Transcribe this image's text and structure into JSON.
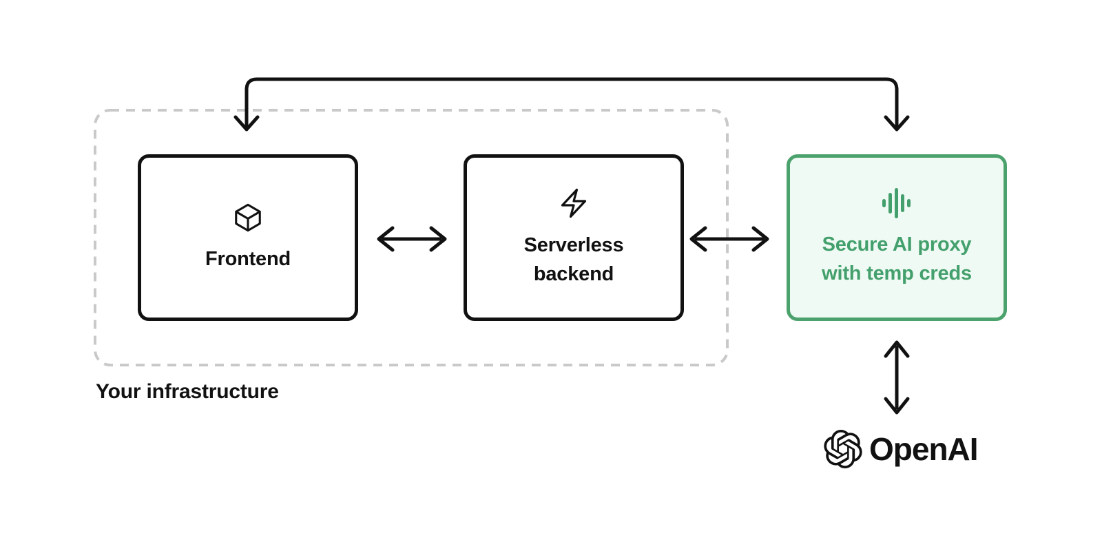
{
  "diagram": {
    "infrastructure": {
      "label": "Your infrastructure"
    },
    "nodes": {
      "frontend": {
        "label": "Frontend",
        "icon": "cube-icon"
      },
      "backend": {
        "label": "Serverless backend",
        "icon": "bolt-icon"
      },
      "proxy": {
        "label": "Secure AI proxy with temp creds",
        "icon": "waveform-icon"
      },
      "openai": {
        "label": "OpenAI",
        "icon": "openai-logo-icon"
      }
    },
    "connections": [
      {
        "id": "return-arrow-top",
        "from": "proxy",
        "to": "frontend",
        "style": "elbow-double-down-arrows"
      },
      {
        "id": "arrow-frontend-backend",
        "from": "frontend",
        "to": "backend",
        "style": "double-headed"
      },
      {
        "id": "arrow-backend-proxy",
        "from": "backend",
        "to": "proxy",
        "style": "double-headed"
      },
      {
        "id": "arrow-proxy-openai",
        "from": "proxy",
        "to": "openai",
        "style": "double-headed"
      }
    ],
    "colors": {
      "canvas_bg": "#ffffff",
      "ink": "#111111",
      "green_border": "#4ba26d",
      "green_text": "#43a06c",
      "green_bg": "#f0faf4",
      "dash_gray": "#c9c9c9"
    }
  }
}
